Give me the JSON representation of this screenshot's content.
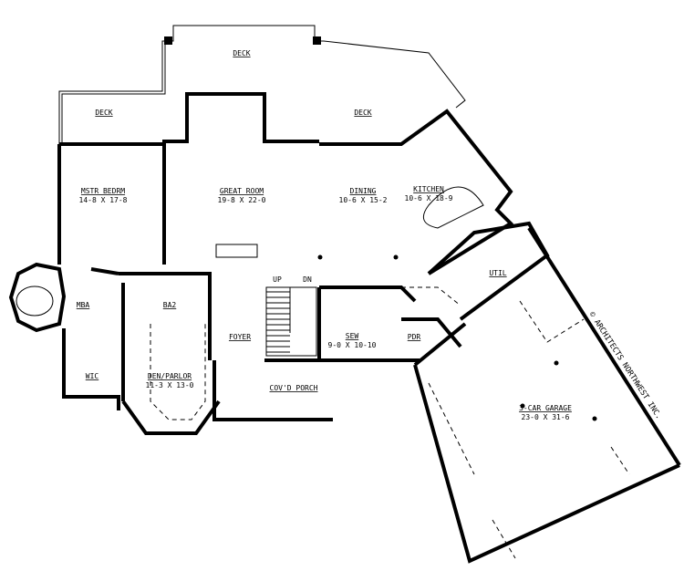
{
  "rooms": {
    "deck_top": {
      "name": "DECK"
    },
    "deck_left": {
      "name": "DECK"
    },
    "deck_right": {
      "name": "DECK"
    },
    "master_bedroom": {
      "name": "MSTR BEDRM",
      "size": "14-8 X 17-8"
    },
    "great_room": {
      "name": "GREAT ROOM",
      "size": "19-8 X 22-0"
    },
    "dining": {
      "name": "DINING",
      "size": "10-6 X 15-2"
    },
    "kitchen": {
      "name": "KITCHEN",
      "size": "10-6 X 18-9"
    },
    "master_bath": {
      "name": "MBA"
    },
    "bath_2": {
      "name": "BA2"
    },
    "walk_in_closet": {
      "name": "WIC"
    },
    "den_parlor": {
      "name": "DEN/PARLOR",
      "size": "11-3 X 13-0"
    },
    "foyer": {
      "name": "FOYER"
    },
    "covered_porch": {
      "name": "COV'D PORCH"
    },
    "sew": {
      "name": "SEW",
      "size": "9-0 X 10-10"
    },
    "powder": {
      "name": "PDR"
    },
    "utility": {
      "name": "UTIL"
    },
    "garage": {
      "name": "3-CAR GARAGE",
      "size": "23-0 X 31-6"
    }
  },
  "stairs": {
    "up": "UP",
    "down": "DN"
  },
  "copyright": "© ARCHITECTS NORTHWEST INC."
}
